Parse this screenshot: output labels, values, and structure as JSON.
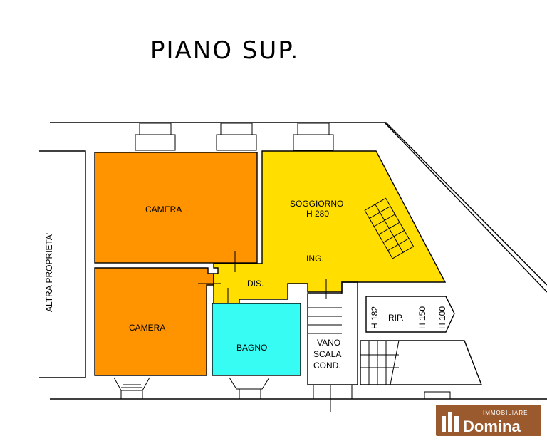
{
  "title": "PIANO SUP.",
  "rooms": {
    "camera_top": "CAMERA",
    "camera_bottom": "CAMERA",
    "soggiorno": "SOGGIORNO",
    "soggiorno_height": "H 280",
    "ingresso": "ING.",
    "disimpegno": "DIS.",
    "bagno": "BAGNO",
    "ripostiglio": "RIP."
  },
  "heights": {
    "h182": "H 182",
    "h150": "H 150",
    "h100": "H 100"
  },
  "vano_scala": [
    "VANO",
    "SCALA",
    "COND."
  ],
  "side_label": "ALTRA PROPRIETA'",
  "logo": {
    "top": "IMMOBILIARE",
    "name": "Domina"
  },
  "colors": {
    "camera": "#FF9400",
    "soggiorno": "#FFDE00",
    "bagno": "#36FCF4",
    "logo": "#9A5A2E"
  }
}
